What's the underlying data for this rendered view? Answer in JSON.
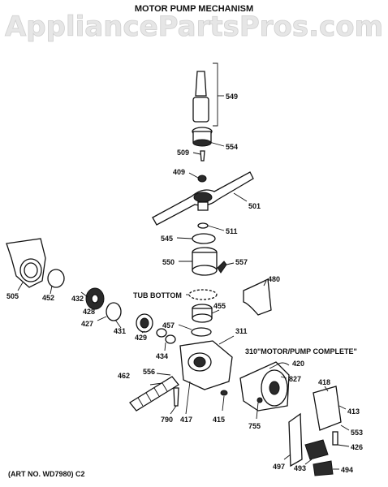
{
  "title": "MOTOR PUMP MECHANISM",
  "watermark": "AppliancePartsPros.com",
  "art_no": "(ART NO. WD7980) C2",
  "callouts": {
    "tub_bottom": "TUB BOTTOM",
    "motor_pump_complete": "310\"MOTOR/PUMP COMPLETE\""
  },
  "parts": {
    "p549": "549",
    "p554": "554",
    "p509": "509",
    "p409": "409",
    "p501": "501",
    "p511": "511",
    "p545": "545",
    "p557": "557",
    "p550": "550",
    "p480": "480",
    "p505": "505",
    "p452": "452",
    "p432": "432",
    "p428": "428",
    "p427": "427",
    "p431": "431",
    "p429": "429",
    "p455": "455",
    "p457": "457",
    "p311": "311",
    "p434": "434",
    "p420": "420",
    "p827": "827",
    "p462": "462",
    "p556": "556",
    "p790": "790",
    "p417": "417",
    "p415": "415",
    "p755": "755",
    "p418": "418",
    "p413": "413",
    "p553": "553",
    "p426": "426",
    "p497": "497",
    "p493": "493",
    "p494": "494"
  }
}
